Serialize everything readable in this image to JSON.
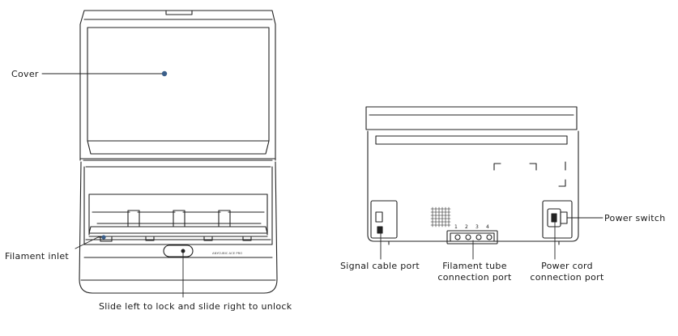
{
  "labels": {
    "cover": "Cover",
    "filament_inlet": "Filament inlet",
    "slide_lock": "Slide  left to lock and slide right to unlock",
    "signal_cable_port": "Signal cable port",
    "filament_tube_port_line1": "Filament tube",
    "filament_tube_port_line2": "connection port",
    "power_cord_port_line1": "Power cord",
    "power_cord_port_line2": "connection port",
    "power_switch": "Power switch"
  },
  "device_text": {
    "brand": "ANYCUBIC ACE PRO",
    "port_numbers": [
      "1",
      "2",
      "3",
      "4"
    ]
  },
  "colors": {
    "line": "#222222",
    "callout_dot": "#3b5f8a",
    "text": "#1a1a1a"
  }
}
